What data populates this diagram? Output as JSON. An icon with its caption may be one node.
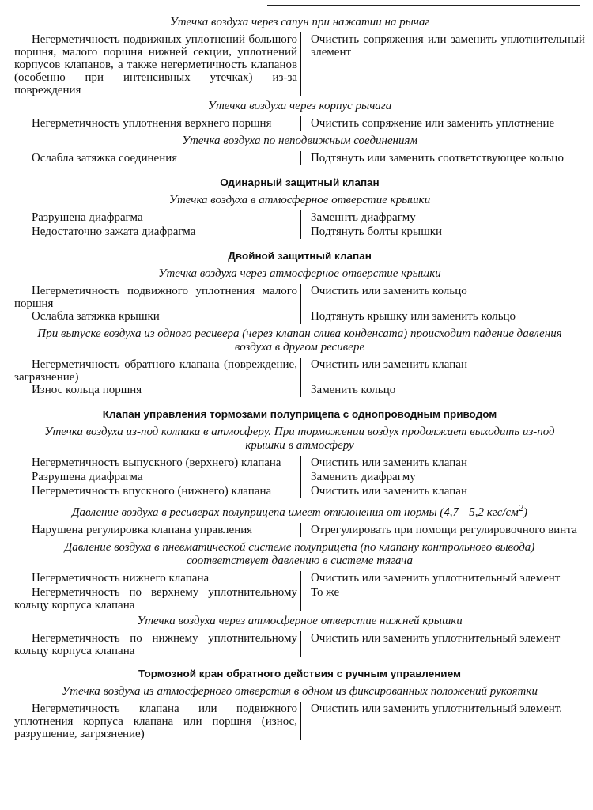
{
  "diagram": {
    "labels": [
      "Утечка воздуха через сапун при нажатии на рычаг",
      "Негерметичность подвижных уплотнений большого поршня, малого поршня нижней секции, уплотнений корпусов клапанов, а также негерметичность клапанов (особенно при интенсивных утечках) из-за повреждения",
      "Очистить сопряжения или заменить уплотнительный элемент",
      "Утечка воздуха через корпус рычага",
      "Негерметичность уплотнения верхнего поршня",
      "Очистить сопряжение или заменить уплотнение",
      "Утечка воздуха по неподвижным соединениям",
      "Ослабла затяжка соединения",
      "Подтянуть или заменить соответствующее кольцо",
      "Одинарный защитный клапан",
      "Утечка воздуха в атмосферное отверстие крышки",
      "Разрушена диафрагма",
      "Заменнть диафрагму",
      "Недостаточно зажата диафрагма",
      "Подтянуть болты крышки",
      "Двойной защитный клапан",
      "Утечка воздуха через атмосферное отверстие крышки",
      "Негерметичность подвижного уплотнения малого поршня",
      "Очистить или заменить кольцо",
      "Ослабла затяжка крышки",
      "Подтянуть крышку или заменить кольцо",
      "При выпуске воздуха из одного ресивера (через клапан слива конденсата) происходит падение давления воздуха в другом ресивере",
      "Негерметичность обратного клапана (повреждение, загрязнение)",
      "Очистить или заменить клапан",
      "Износ кольца поршня",
      "Заменить кольцо",
      "Клапан управления тормозами полуприцепа с однопроводным приводом",
      "Утечка воздуха из-под колпака в атмосферу. При торможении воздух продолжает выходить из-под крышки в атмосферу",
      "Негерметичность выпускного (верхнего) клапана",
      "Очистить или заменить клапан",
      "Разрушена диафрагма",
      "Заменить диафрагму",
      "Негерметичность впускного (нижнего) клапана",
      "Очистить или заменить клапан",
      "Давление воздуха в ресиверах полуприцепа имеет отклонения от нормы (4,7—5,2 кгс/см$^{2}$)",
      "Нарушена регулировка клапана управления",
      "Отрегулировать при помощи регулировочного винта",
      "Давление воздуха в пневматической системе полуприцепа (по клапану контрольного вывода) соответствует давлению в системе тягача",
      "Негерметичность нижнего клапана",
      "Очистить или заменить уплотнительный элемент",
      "Негерметичность по верхнему уплотнительному кольцу корпуса клапана",
      "То же",
      "Утечка воздуха через атмосферное отверстие нижней крышки",
      "Негерметичность по нижнему уплотнительному кольцу корпуса клапана",
      "Очистить или заменить уплотнительный элемент",
      "Тормозной кран обратного действия с ручным управлением",
      "Утечка воздуха из атмосферного отверстия в одном из фиксированных положений рукоятки",
      "Негерметичность клапана или подвижного уплотнения корпуса клапана или поршня (износ, разрушение, загрязнение)",
      "Очистить или заменить уплотнительный элемент."
    ]
  }
}
